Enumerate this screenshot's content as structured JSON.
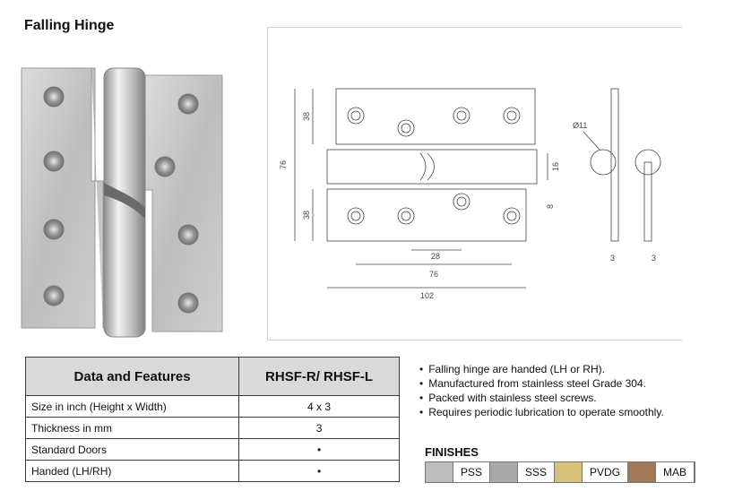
{
  "title": "Falling Hinge",
  "drawing": {
    "dims": {
      "height": "76",
      "upper_leaf": "38",
      "lower_leaf": "38",
      "knuckle": "16",
      "hole_offset": "8",
      "spacing_small": "28",
      "spacing_mid": "76",
      "width": "102",
      "hole_dia": "Ø11",
      "thick_a": "3",
      "thick_b": "3"
    }
  },
  "table": {
    "headers": [
      "Data and Features",
      "RHSF-R/ RHSF-L"
    ],
    "rows": [
      [
        "Size in inch (Height x Width)",
        "4 x 3"
      ],
      [
        "Thickness in mm",
        "3"
      ],
      [
        "Standard Doors",
        "•"
      ],
      [
        "Handed (LH/RH)",
        "•"
      ]
    ]
  },
  "features": [
    "Falling hinge are handed (LH or RH).",
    "Manufactured from stainless steel Grade 304.",
    "Packed with stainless steel screws.",
    "Requires periodic lubrication to operate smoothly."
  ],
  "finishes_title": "FINISHES",
  "finishes": [
    {
      "label": "PSS",
      "color": "#bdbdbd"
    },
    {
      "label": "SSS",
      "color": "#a9a9a9"
    },
    {
      "label": "PVDG",
      "color": "#d8c27a"
    },
    {
      "label": "MAB",
      "color": "#a07a58"
    }
  ]
}
